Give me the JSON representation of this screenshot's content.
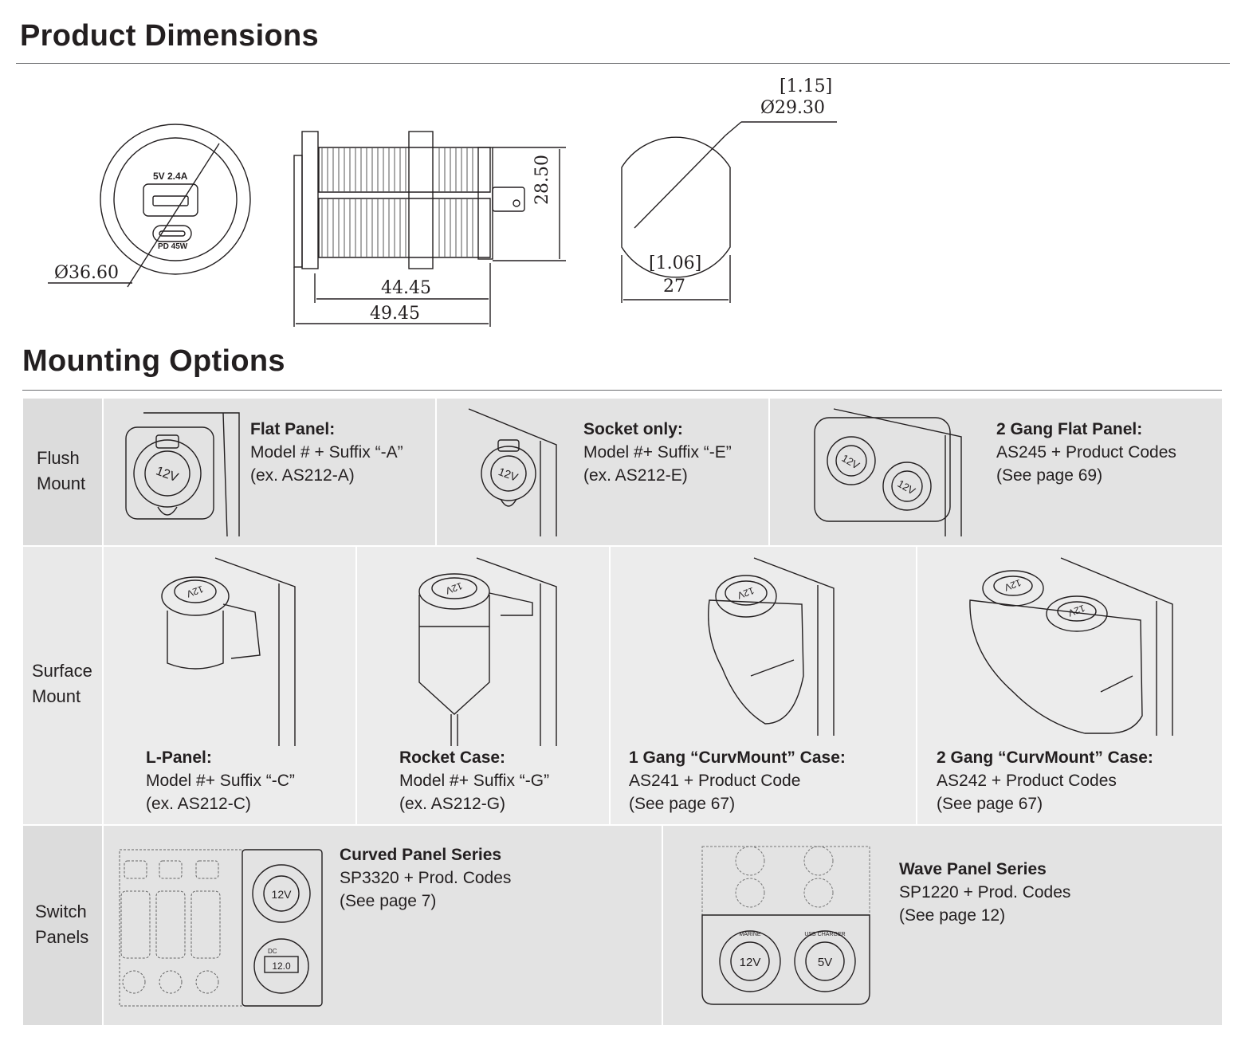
{
  "sections": {
    "dimensions_title": "Product Dimensions",
    "mounting_title": "Mounting Options"
  },
  "front_view": {
    "top_label": "5V 2.4A",
    "bottom_label": "PD 45W",
    "diameter": "Ø36.60"
  },
  "side_view": {
    "height": "28.50",
    "length_inner": "44.45",
    "length_outer": "49.45"
  },
  "cutout_view": {
    "diameter_in": "[1.15]",
    "diameter_mm": "Ø29.30",
    "width_in": "[1.06]",
    "width_mm": "27"
  },
  "rows": [
    {
      "label_line1": "Flush",
      "label_line2": "Mount",
      "items": [
        {
          "title": "Flat Panel:",
          "line1": "Model # + Suffix “-A”",
          "line2": "(ex. AS212-A)",
          "socket_text": "12V"
        },
        {
          "title": "Socket only:",
          "line1": "Model #+ Suffix “-E”",
          "line2": "(ex. AS212-E)",
          "socket_text": "12V"
        },
        {
          "title": "2 Gang Flat Panel:",
          "line1": "AS245 + Product Codes",
          "line2": "(See page 69)",
          "socket_text": "12V"
        }
      ]
    },
    {
      "label_line1": "Surface",
      "label_line2": "Mount",
      "items": [
        {
          "title": "L-Panel:",
          "line1": "Model #+ Suffix “-C”",
          "line2": "(ex. AS212-C)",
          "socket_text": "12V"
        },
        {
          "title": "Rocket Case:",
          "line1": "Model #+ Suffix “-G”",
          "line2": "(ex. AS212-G)",
          "socket_text": "12V"
        },
        {
          "title": "1 Gang “CurvMount” Case:",
          "line1": "AS241 + Product Code",
          "line2": "(See page 67)",
          "socket_text": "12V"
        },
        {
          "title": "2 Gang “CurvMount” Case:",
          "line1": "AS242 + Product Codes",
          "line2": "(See page 67)",
          "socket_text": "12V"
        }
      ]
    },
    {
      "label_line1": "Switch",
      "label_line2": "Panels",
      "items": [
        {
          "title": "Curved Panel Series",
          "line1": "SP3320 + Prod. Codes",
          "line2": "(See page 7)",
          "socket_text": "12V",
          "meter_text": "12.0",
          "meter_label": "DC"
        },
        {
          "title": "Wave Panel Series",
          "line1": "SP1220 + Prod. Codes",
          "line2": "(See page 12)",
          "socket_text": "12V",
          "usb_text": "5V",
          "ring1": "MARINE",
          "ring2": "USB CHARGER"
        }
      ]
    }
  ]
}
